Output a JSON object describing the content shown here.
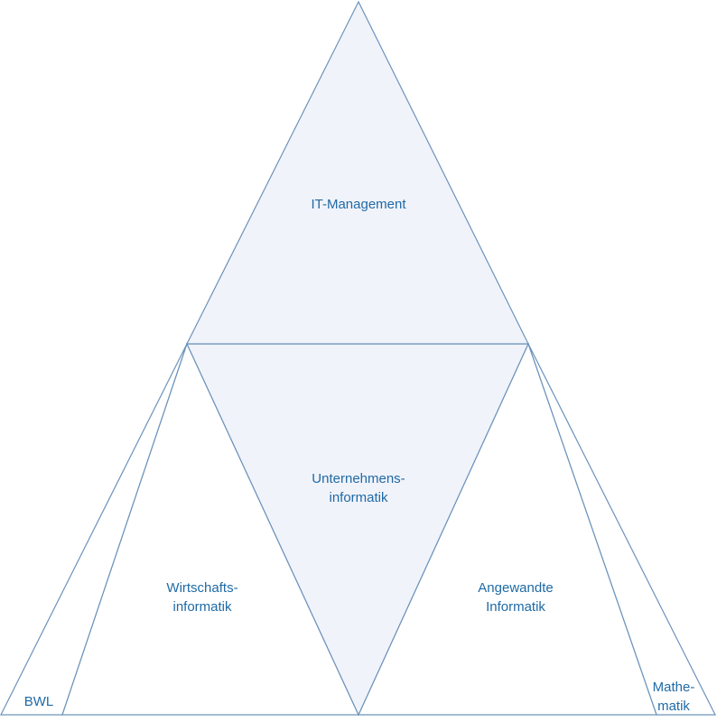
{
  "colors": {
    "stroke": "#6c93bb",
    "fill_light": "#f1f3fa",
    "fill_white": "#ffffff",
    "text": "#1f6aa5"
  },
  "labels": {
    "it_management": "IT-Management",
    "unternehmens_line1": "Unternehmens-",
    "unternehmens_line2": "informatik",
    "wirtschafts_line1": "Wirtschafts-",
    "wirtschafts_line2": "informatik",
    "angewandte_line1": "Angewandte",
    "angewandte_line2": "Informatik",
    "bwl": "BWL",
    "mathe_line1": "Mathe-",
    "mathe_line2": "matik"
  }
}
